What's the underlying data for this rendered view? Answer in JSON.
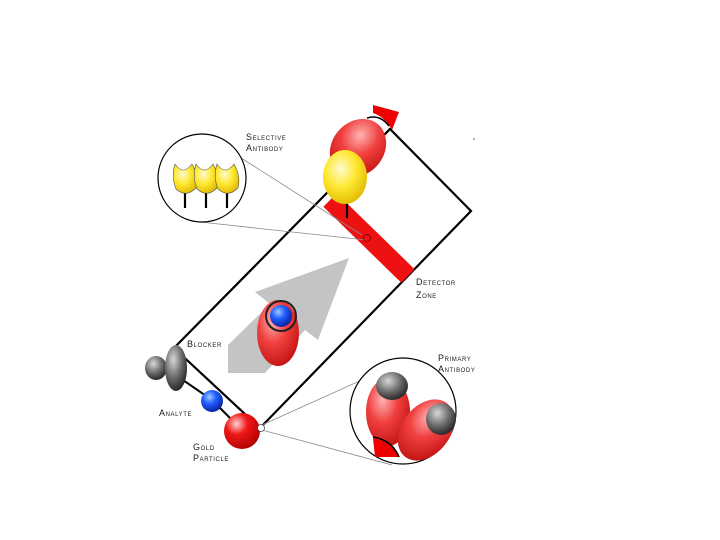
{
  "labels": {
    "selective_antibody": [
      "Selective",
      "Antibody"
    ],
    "detector_zone": [
      "Detector",
      "Zone"
    ],
    "blocker": "Blocker",
    "analyte": "Analyte",
    "gold_particle": [
      "Gold",
      "Particle"
    ],
    "primary_antibody": [
      "Primary",
      "Antibody"
    ]
  },
  "colors": {
    "detector_band": "#ee1111",
    "gold_particle": "#e81010",
    "selective_antibody": "#ffe820",
    "analyte": "#1133dd",
    "blocker": "#555555",
    "flow_arrow": "#c4c4c4"
  }
}
